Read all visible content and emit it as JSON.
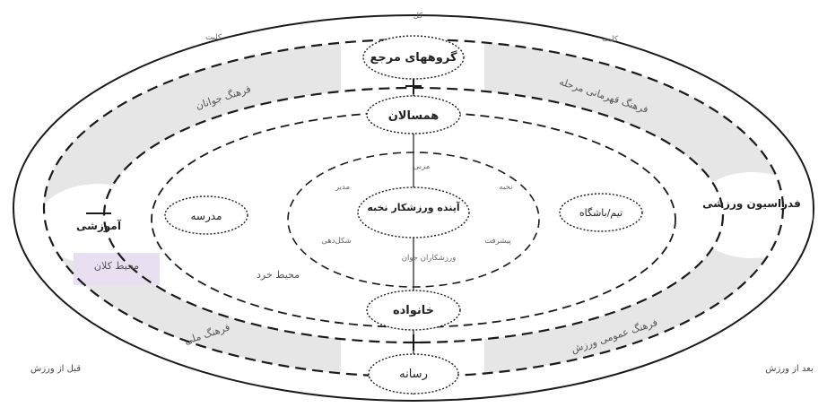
{
  "diagram": {
    "top_label": "کل",
    "upper_left_small": "کلیت",
    "upper_right_small": "کلیت",
    "culture_youth": "فرهنگ جوانان",
    "culture_champions": "فرهنگ قهرمانی مرحله",
    "culture_national": "فرهنگ ملی",
    "culture_general_sport": "فرهنگ عمومی ورزش",
    "reference_groups": "گروههای مرجع",
    "peers": "همسالان",
    "school": "مدرسه",
    "club": "تیم/باشگاه",
    "federation": "فدراسیون ورزشی",
    "education": "آموزشی",
    "macro_environment": "محیط کلان",
    "micro_environment": "محیط خرد",
    "coach": "مربی",
    "manager": "مدیر",
    "elite": "نخبه",
    "center": "آینده ورزشکار نخبه",
    "athletes": "ورزشکاران جوان",
    "label_left_inner": "شکل‌دهی",
    "label_right_inner": "پیشرفت",
    "family": "خانواده",
    "media": "رسانه",
    "before_sport": "قبل از ورزش",
    "after_sport": "بعد از ورزش",
    "colors": {
      "ring_fill": "#e6e6e6",
      "macro_fill": "#e8e0f0",
      "line": "#1a1a1a",
      "watermark": "#eeeeee"
    }
  }
}
